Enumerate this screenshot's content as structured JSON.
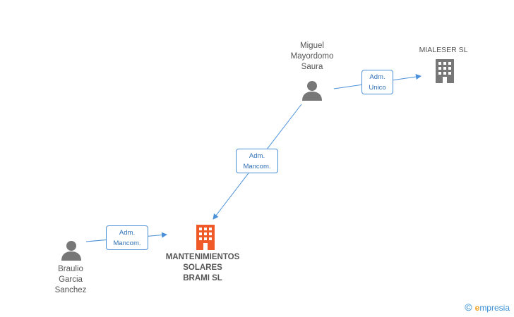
{
  "colors": {
    "edge": "#4a90d9",
    "person": "#777777",
    "company_main": "#f05a28",
    "company_secondary": "#777777"
  },
  "nodes": {
    "miguel": {
      "label": "Miguel\nMayordomo\nSaura",
      "icon": "person-icon"
    },
    "mialeser": {
      "label": "MIALESER SL",
      "icon": "building-icon"
    },
    "mantenimientos": {
      "label": "MANTENIMIENTOS\nSOLARES\nBRAMI SL",
      "icon": "building-icon"
    },
    "braulio": {
      "label": "Braulio\nGarcia\nSanchez",
      "icon": "person-icon"
    }
  },
  "edges": {
    "miguel_mialeser": "Adm.\nUnico",
    "miguel_mantenimientos": "Adm.\nMancom.",
    "braulio_mantenimientos": "Adm.\nMancom."
  },
  "watermark": {
    "copyright": "©",
    "brand_e": "e",
    "brand_rest": "mpresia"
  }
}
